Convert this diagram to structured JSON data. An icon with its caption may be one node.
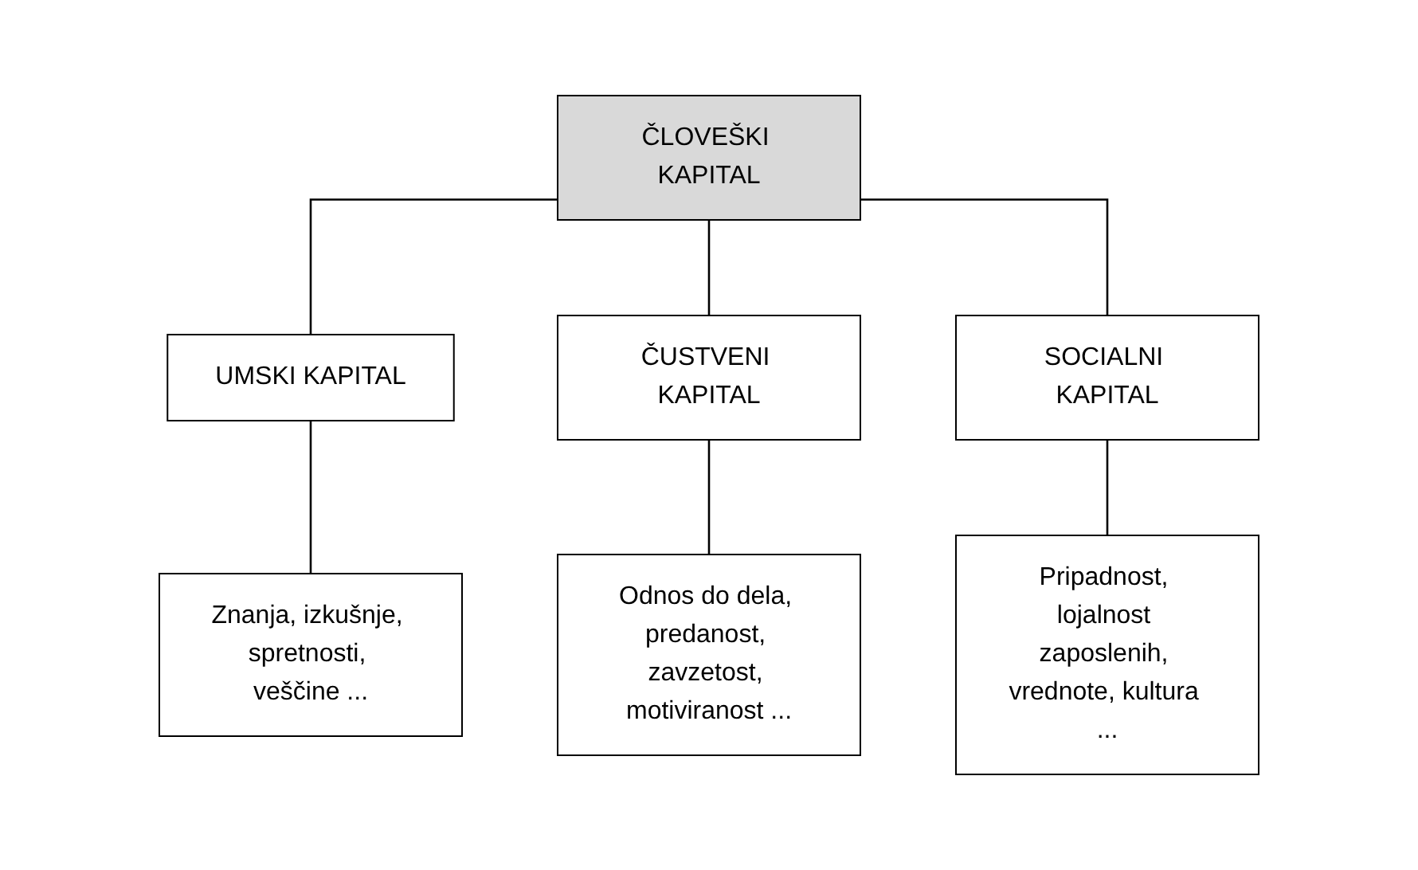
{
  "diagram": {
    "nodes": [
      {
        "text": [
          "ČLOVEŠKI KAPITAL"
        ]
      },
      {
        "text": [
          "UMSKI KAPITAL"
        ]
      },
      {
        "text": [
          "ČUSTVENI KAPITAL"
        ]
      },
      {
        "text": [
          "SOCIALNI KAPITAL"
        ]
      },
      {
        "text": [
          "Znanja, izkušnje, spretnosti, veščine ..."
        ]
      },
      {
        "text": [
          "Odnos do dela, predanost, zavzetost, motiviranost ..."
        ]
      },
      {
        "text": [
          "Pripadnost, lojalnost zaposlenih, vrednote, kultura ..."
        ]
      }
    ],
    "edges": [
      {
        "from": 0,
        "to": 1,
        "arrow": "none"
      },
      {
        "from": 0,
        "to": 2,
        "arrow": "none"
      },
      {
        "from": 0,
        "to": 3,
        "arrow": "none"
      },
      {
        "from": 1,
        "to": 4,
        "arrow": "none"
      },
      {
        "from": 2,
        "to": 5,
        "arrow": "none"
      },
      {
        "from": 3,
        "to": 6,
        "arrow": "none"
      }
    ]
  }
}
